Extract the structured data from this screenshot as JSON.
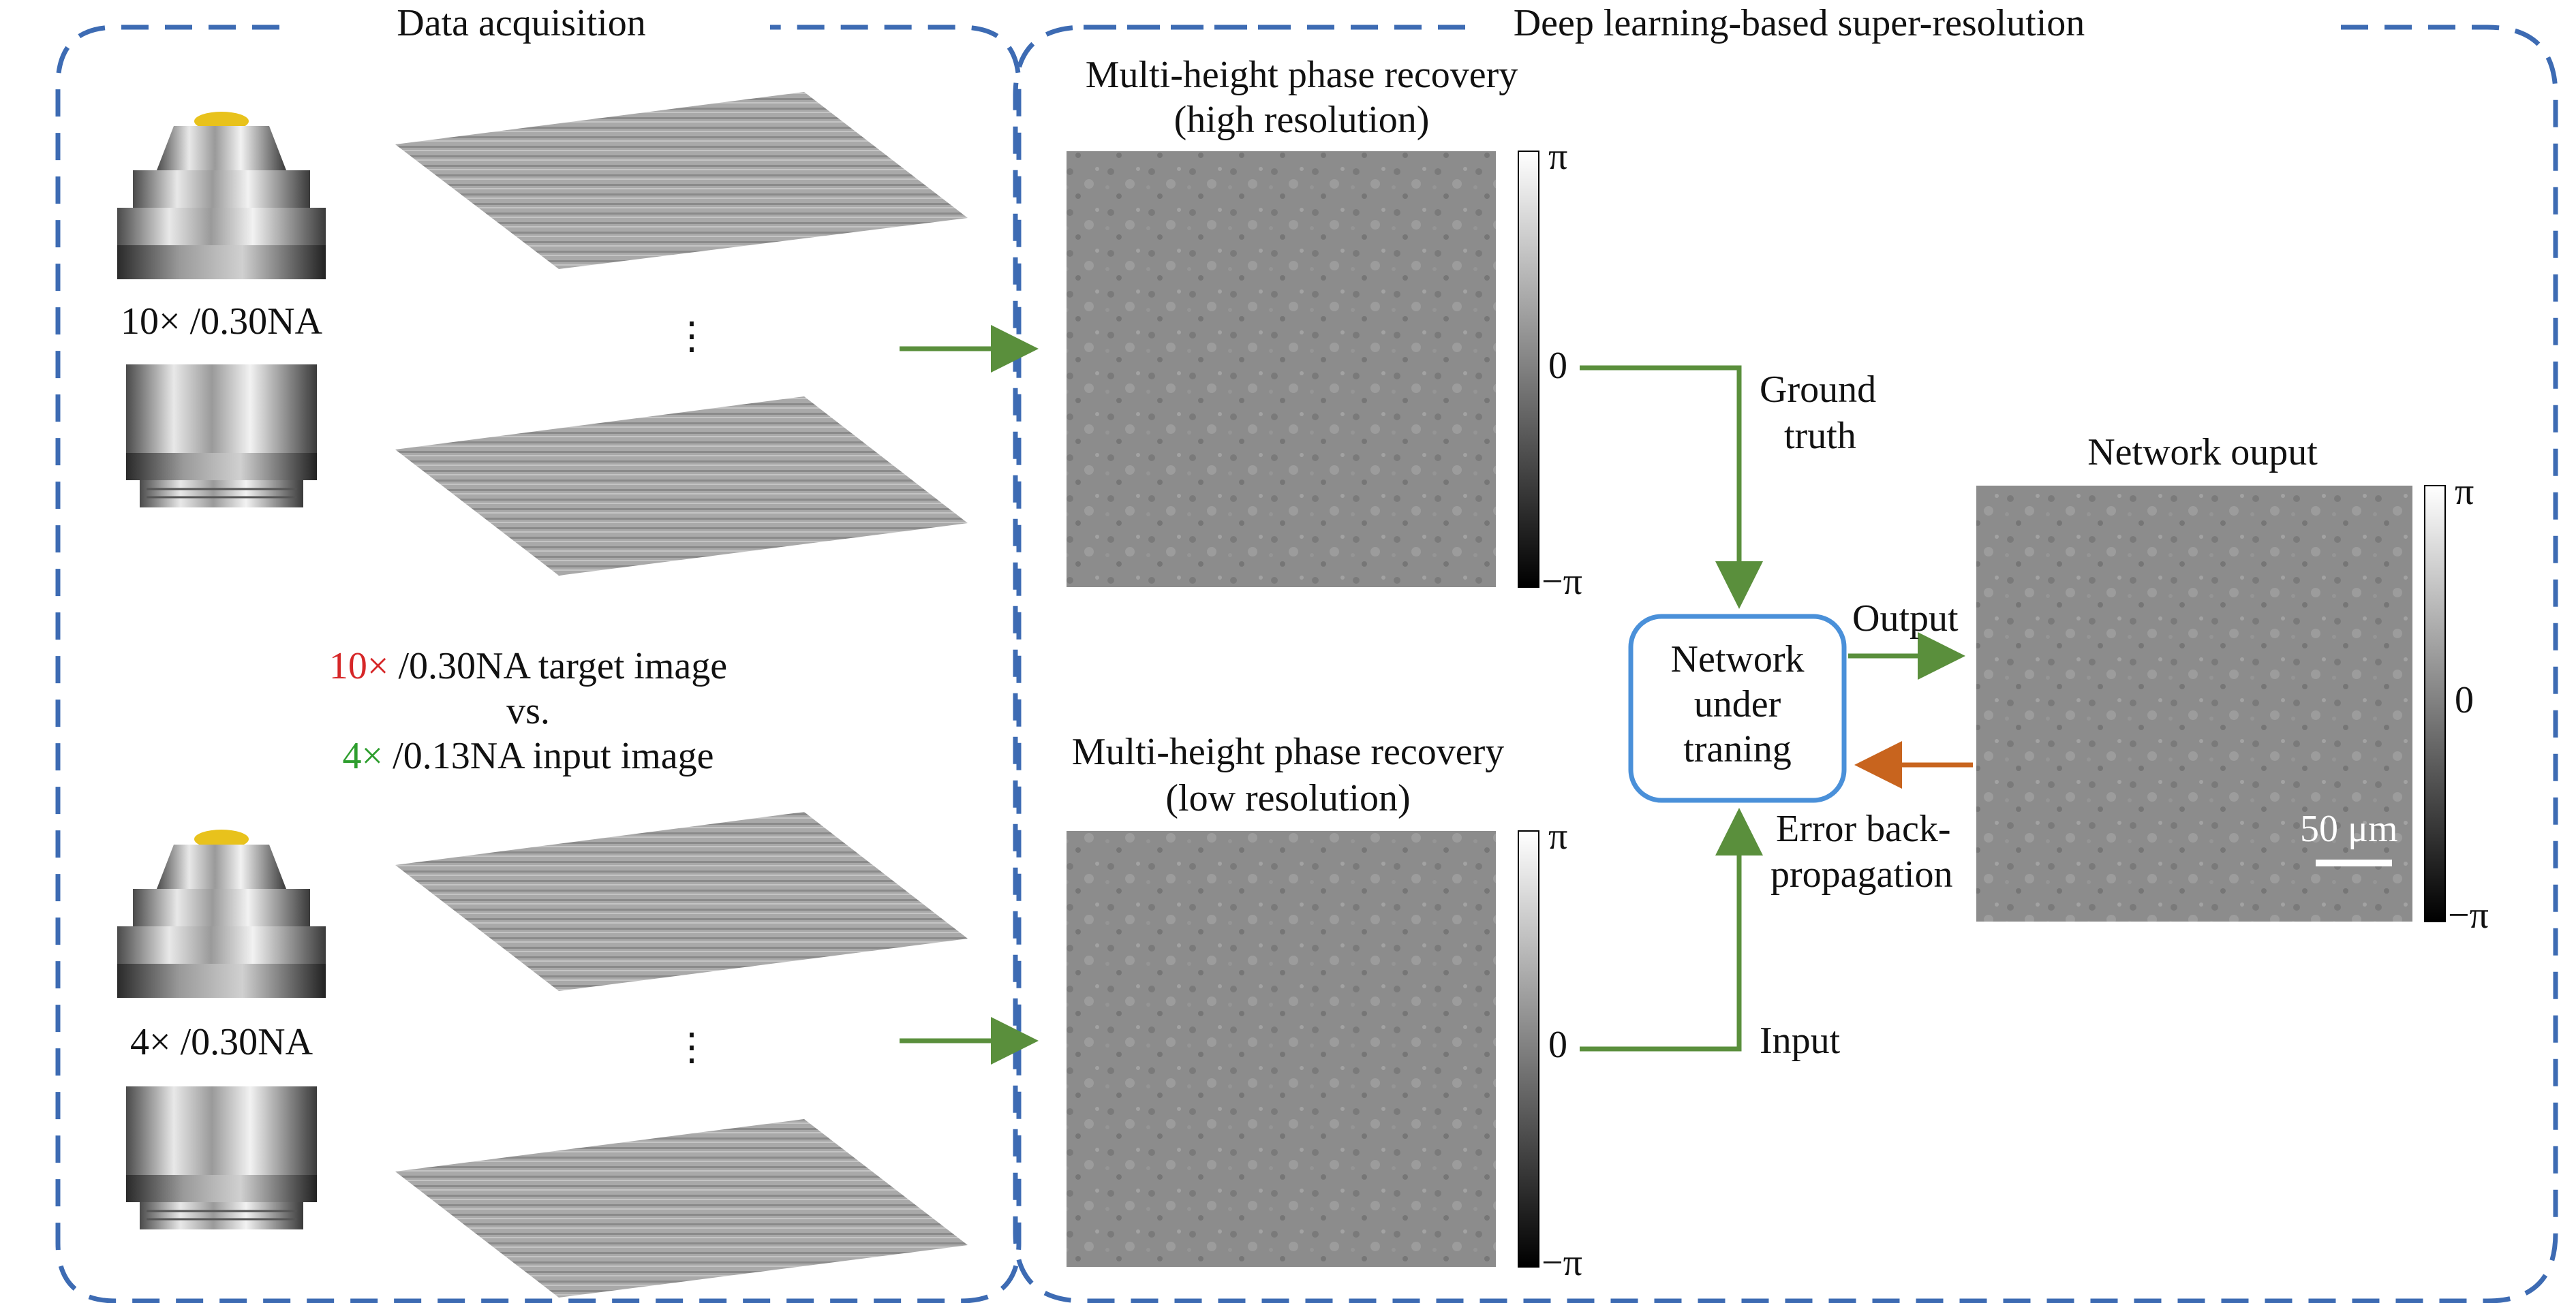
{
  "sections": {
    "acquisition": {
      "title": "Data acquisition"
    },
    "super_resolution": {
      "title": "Deep learning-based super-resolution"
    }
  },
  "objectives": {
    "top_label": "10× /0.30NA",
    "bottom_label": "4× /0.30NA",
    "ellipsis": "⋮"
  },
  "comparison": {
    "line1_mag": "10×",
    "line1_rest": " /0.30NA target image",
    "line2": "vs.",
    "line3_mag": "4×",
    "line3_rest": " /0.13NA input image",
    "mag_colors": {
      "target": "#d62728",
      "input": "#2e9e2e"
    }
  },
  "phase_high": {
    "title_line1": "Multi-height phase recovery",
    "title_line2": "(high resolution)",
    "cbar_top": "π",
    "cbar_mid": "0",
    "cbar_bottom": "−π"
  },
  "phase_low": {
    "title_line1": "Multi-height phase recovery",
    "title_line2": "(low resolution)",
    "cbar_top": "π",
    "cbar_mid": "0",
    "cbar_bottom": "−π"
  },
  "network": {
    "line1": "Network",
    "line2": "under",
    "line3": "traning",
    "ground_truth_line1": "Ground",
    "ground_truth_line2": "truth",
    "input_label": "Input",
    "output_label": "Output",
    "error_line1": "Error back-",
    "error_line2": "propagation"
  },
  "output_image": {
    "title": "Network ouput",
    "cbar_top": "π",
    "cbar_mid": "0",
    "cbar_bottom": "−π",
    "scale_bar": "50 μm"
  },
  "colors": {
    "dashed_border": "#3d6bb3",
    "arrow_green": "#5a8f3c",
    "arrow_orange": "#c8641e",
    "network_box": "#4a90d9"
  }
}
